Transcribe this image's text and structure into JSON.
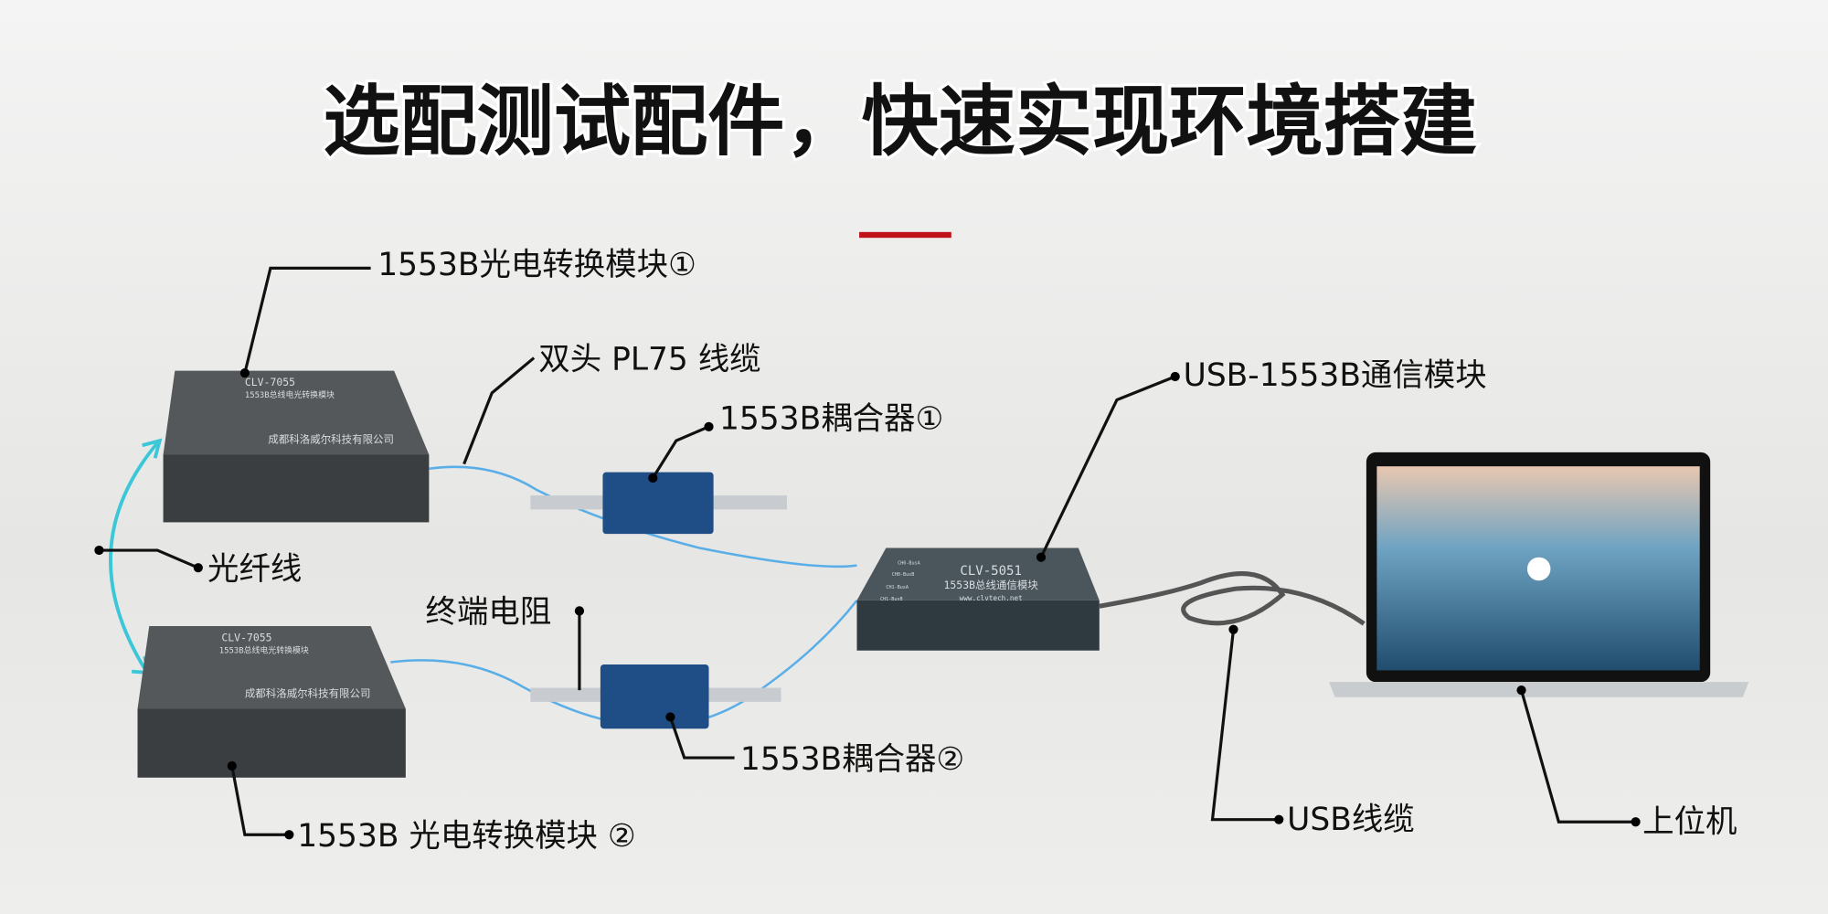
{
  "title": "选配测试配件，快速实现环境搭建",
  "accent_color": "#c0121a",
  "labels": {
    "converter1": "1553B光电转换模块①",
    "pl75_cable": "双头 PL75 线缆",
    "coupler1": "1553B耦合器①",
    "usb_module": "USB-1553B通信模块",
    "fiber": "光纤线",
    "terminator": "终端电阻",
    "coupler2": "1553B耦合器②",
    "converter2": "1553B 光电转换模块 ②",
    "usb_cable": "USB线缆",
    "host": "上位机"
  },
  "devices": {
    "converter_model": "CLV-7055",
    "converter_sub": "1553B总线电光转换模块",
    "converter_company": "成都科洛威尔科技有限公司",
    "usb_model": "CLV-5051",
    "usb_sub": "1553B总线通信模块",
    "usb_url": "www.clvtech.net",
    "usb_ports": [
      "CH0-BusA",
      "CH0-BusB",
      "CH1-BusA",
      "CH1-BusB"
    ]
  }
}
